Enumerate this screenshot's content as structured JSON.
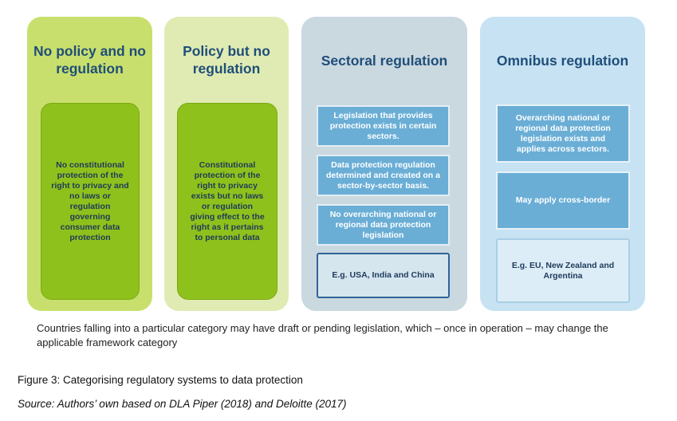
{
  "panels": [
    {
      "title": "No policy and no regulation",
      "content": "No constitutional protection of the right to privacy and no laws or regulation governing consumer data protection"
    },
    {
      "title": "Policy but no regulation",
      "content": "Constitutional protection of the right to privacy exists but no laws or regulation giving effect to the right as it pertains to personal data"
    },
    {
      "title": "Sectoral regulation",
      "boxes": [
        "Legislation that provides protection exists in certain sectors.",
        "Data protection regulation determined and created on a sector-by-sector basis.",
        "No overarching national or regional data protection legislation"
      ],
      "example": "E.g. USA, India and China"
    },
    {
      "title": "Omnibus regulation",
      "boxes": [
        "Overarching national or regional data protection legislation exists and applies across sectors.",
        "May apply cross-border"
      ],
      "example": "E.g. EU, New Zealand and Argentina"
    }
  ],
  "note": "Countries falling into a  particular category may have draft or pending legislation, which – once in operation – may change the applicable framework category",
  "caption": "Figure 3: Categorising regulatory systems to data protection",
  "source": "Source: Authors’ own based on DLA Piper (2018) and Deloitte (2017)",
  "colors": {
    "title_text": "#1f4e79",
    "green_dark": "#8fc11c",
    "green_panel_1": "#c9df6d",
    "green_panel_2": "#e0ebb3",
    "blue_box": "#6aaed6",
    "grey_blue_panel": "#cad8e0",
    "light_blue_panel": "#c6e2f3"
  }
}
